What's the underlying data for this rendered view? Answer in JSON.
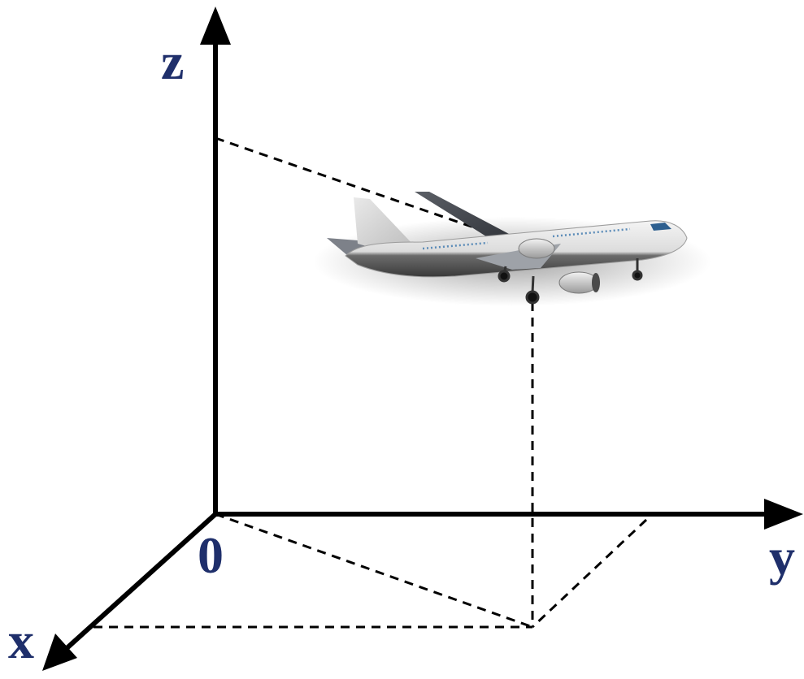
{
  "axes": {
    "x_label": "x",
    "y_label": "y",
    "z_label": "z",
    "origin_label": "0"
  },
  "colors": {
    "axis": "#000000",
    "label": "#1f2f6b",
    "projection": "#000000"
  },
  "icons": {
    "aircraft": "airliner-icon"
  }
}
